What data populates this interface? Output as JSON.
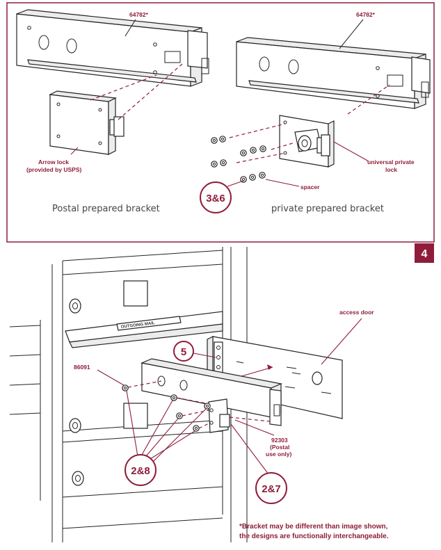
{
  "top_panel": {
    "part_left": "64782*",
    "part_right": "64782*",
    "arrow_lock_line1": "Arrow lock",
    "arrow_lock_line2": "(provided by USPS)",
    "universal_lock_line1": "universal private",
    "universal_lock_line2": "lock",
    "spacer": "spacer",
    "step_bubble": "3&6",
    "caption_left": "Postal prepared bracket",
    "caption_right": "private prepared bracket"
  },
  "step_number": "4",
  "bottom_panel": {
    "access_door": "access door",
    "sign_text": "OUTGOING MAIL",
    "part_86091": "86091",
    "bubble_5": "5",
    "bubble_2_8": "2&8",
    "bubble_2_7": "2&7",
    "part_92303_line1": "92303",
    "part_92303_line2": "(Postal",
    "part_92303_line3": "use only)"
  },
  "footnote_line1": "*Bracket may be different than image shown,",
  "footnote_line2": "the designs are functionally interchangeable.",
  "colors": {
    "accent": "#8f1d3a",
    "caption": "#444444",
    "line": "#222222"
  }
}
